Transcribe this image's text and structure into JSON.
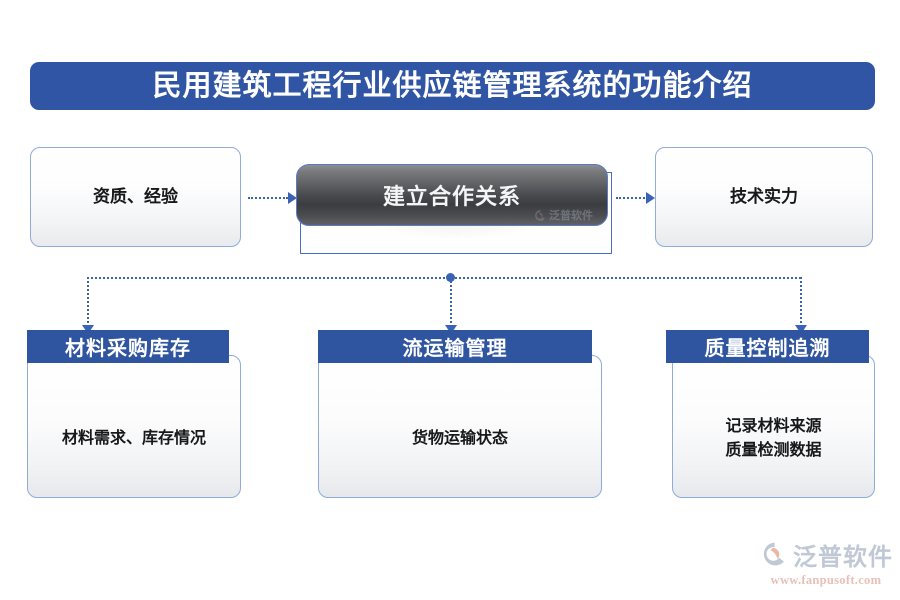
{
  "title": {
    "text": "民用建筑工程行业供应链管理系统的功能介绍"
  },
  "colors": {
    "banner_blue": "#2F55A4",
    "header_blue": "#2F55A0",
    "box_border": "#8FAADC",
    "connector_blue": "#3A62B5",
    "pill_dark": "#47494C",
    "brand_gray": "#9AA8BD",
    "brand_orange": "#D99A8E"
  },
  "top_row": {
    "left_box": {
      "label": "资质、经验"
    },
    "center_box": {
      "label": "建立合作关系",
      "watermark": "泛普软件"
    },
    "right_box": {
      "label": "技术实力"
    }
  },
  "bottom_cards": [
    {
      "header": "材料采购库存",
      "body": "材料需求、库存情况"
    },
    {
      "header": "流运输管理",
      "body": "货物运输状态"
    },
    {
      "header": "质量控制追溯",
      "body": "记录材料来源\n质量检测数据"
    }
  ],
  "connectors": {
    "left_arrow": "dotted-arrow-right",
    "right_arrow": "dotted-arrow-right",
    "bus": "dotted-horizontal-bus",
    "drops": [
      "dotted-arrow-down",
      "dotted-arrow-down",
      "dotted-arrow-down"
    ]
  },
  "brand": {
    "name": "泛普软件",
    "url": "www.fanpusoft.com"
  }
}
